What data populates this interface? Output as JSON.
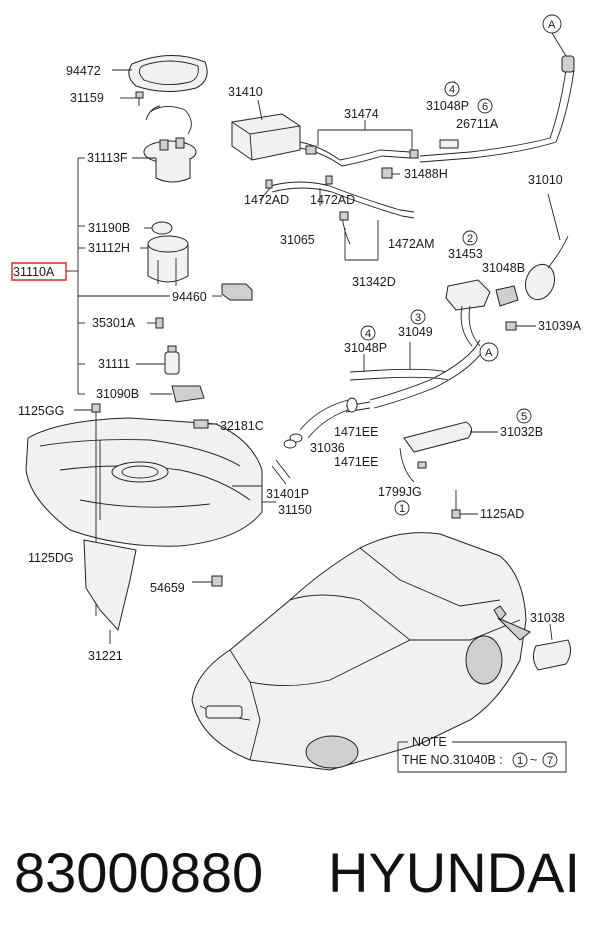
{
  "labels": {
    "p94472": "94472",
    "p31159": "31159",
    "p31113F": "31113F",
    "p31190B": "31190B",
    "p31112H": "31112H",
    "p31110A": "31110A",
    "p94460": "94460",
    "p35301A": "35301A",
    "p31111": "31111",
    "p31090B": "31090B",
    "p1125GG": "1125GG",
    "p32181C": "32181C",
    "p31410": "31410",
    "p31474": "31474",
    "p31048P_a": "31048P",
    "p26711A": "26711A",
    "p31488H": "31488H",
    "p1472AD_a": "1472AD",
    "p1472AD_b": "1472AD",
    "p31065": "31065",
    "p1472AM": "1472AM",
    "p31342D": "31342D",
    "p31010": "31010",
    "p31453": "31453",
    "p31048B": "31048B",
    "p31039A": "31039A",
    "p31049": "31049",
    "p31048P_b": "31048P",
    "p1471EE_a": "1471EE",
    "p31036": "31036",
    "p1471EE_b": "1471EE",
    "p31032B": "31032B",
    "p31401P": "31401P",
    "p31150": "31150",
    "p1799JG": "1799JG",
    "p1125AD": "1125AD",
    "p1125DG": "1125DG",
    "p54659": "54659",
    "p31221": "31221",
    "p31038": "31038"
  },
  "markers": {
    "A_top": "A",
    "A_mid": "A",
    "n4_top": "4",
    "n6_top": "6",
    "n2": "2",
    "n3": "3",
    "n4_mid": "4",
    "n5": "5",
    "n1": "1"
  },
  "note": {
    "title": "NOTE",
    "line_prefix": "THE NO.31040B :",
    "range_start": "1",
    "range_sep": "~",
    "range_end": "7"
  },
  "footer": {
    "part_number": "83000880",
    "brand": "HYUNDAI"
  },
  "colors": {
    "highlight_box": "#d83a3a",
    "line": "#222222"
  }
}
